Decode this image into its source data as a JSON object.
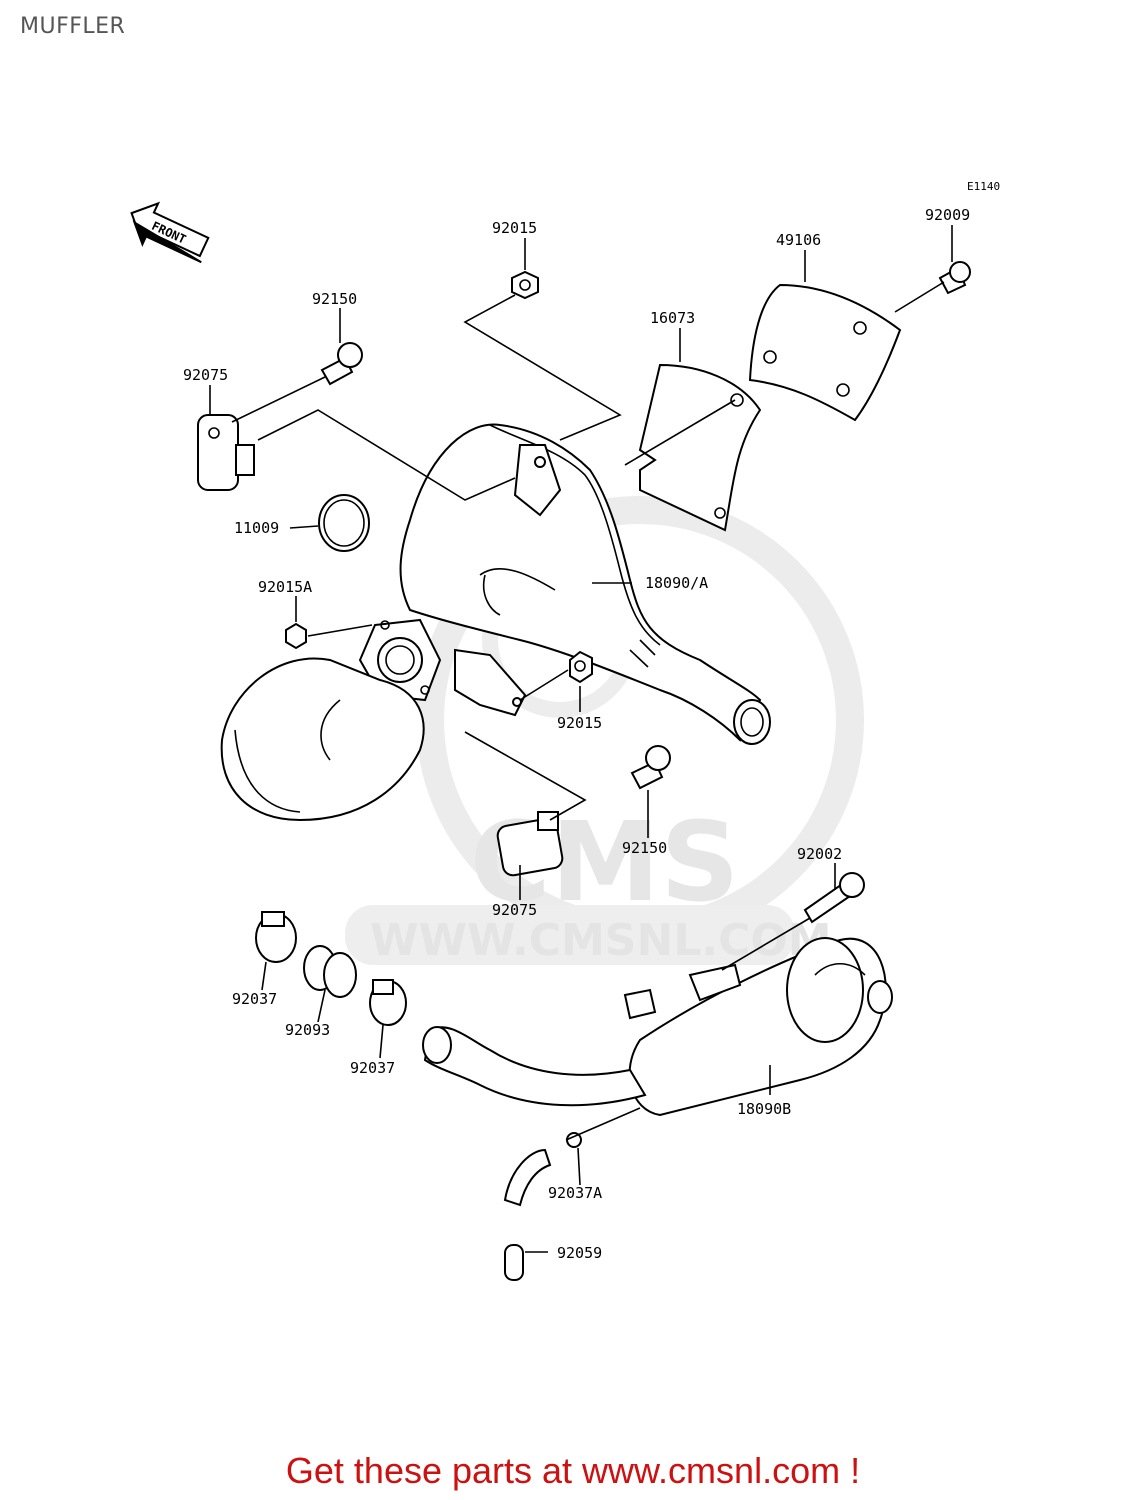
{
  "page_title": "MUFFLER",
  "diagram_code": "E1140",
  "front_label": "FRONT",
  "watermark": {
    "brand": "CMS",
    "url": "WWW.CMSNL.COM"
  },
  "parts": [
    {
      "id": "92009",
      "label": "92009"
    },
    {
      "id": "49106",
      "label": "49106"
    },
    {
      "id": "92015-top",
      "label": "92015"
    },
    {
      "id": "16073",
      "label": "16073"
    },
    {
      "id": "92150-top",
      "label": "92150"
    },
    {
      "id": "92075-top",
      "label": "92075"
    },
    {
      "id": "11009",
      "label": "11009"
    },
    {
      "id": "18090a",
      "label": "18090/A"
    },
    {
      "id": "92015a",
      "label": "92015A"
    },
    {
      "id": "92015-mid",
      "label": "92015"
    },
    {
      "id": "92150-mid",
      "label": "92150"
    },
    {
      "id": "92075-mid",
      "label": "92075"
    },
    {
      "id": "92002",
      "label": "92002"
    },
    {
      "id": "92037-left",
      "label": "92037"
    },
    {
      "id": "92093",
      "label": "92093"
    },
    {
      "id": "92037-right",
      "label": "92037"
    },
    {
      "id": "18090b",
      "label": "18090B"
    },
    {
      "id": "92037a",
      "label": "92037A"
    },
    {
      "id": "92059",
      "label": "92059"
    }
  ],
  "promo_text": "Get these parts at www.cmsnl.com !"
}
